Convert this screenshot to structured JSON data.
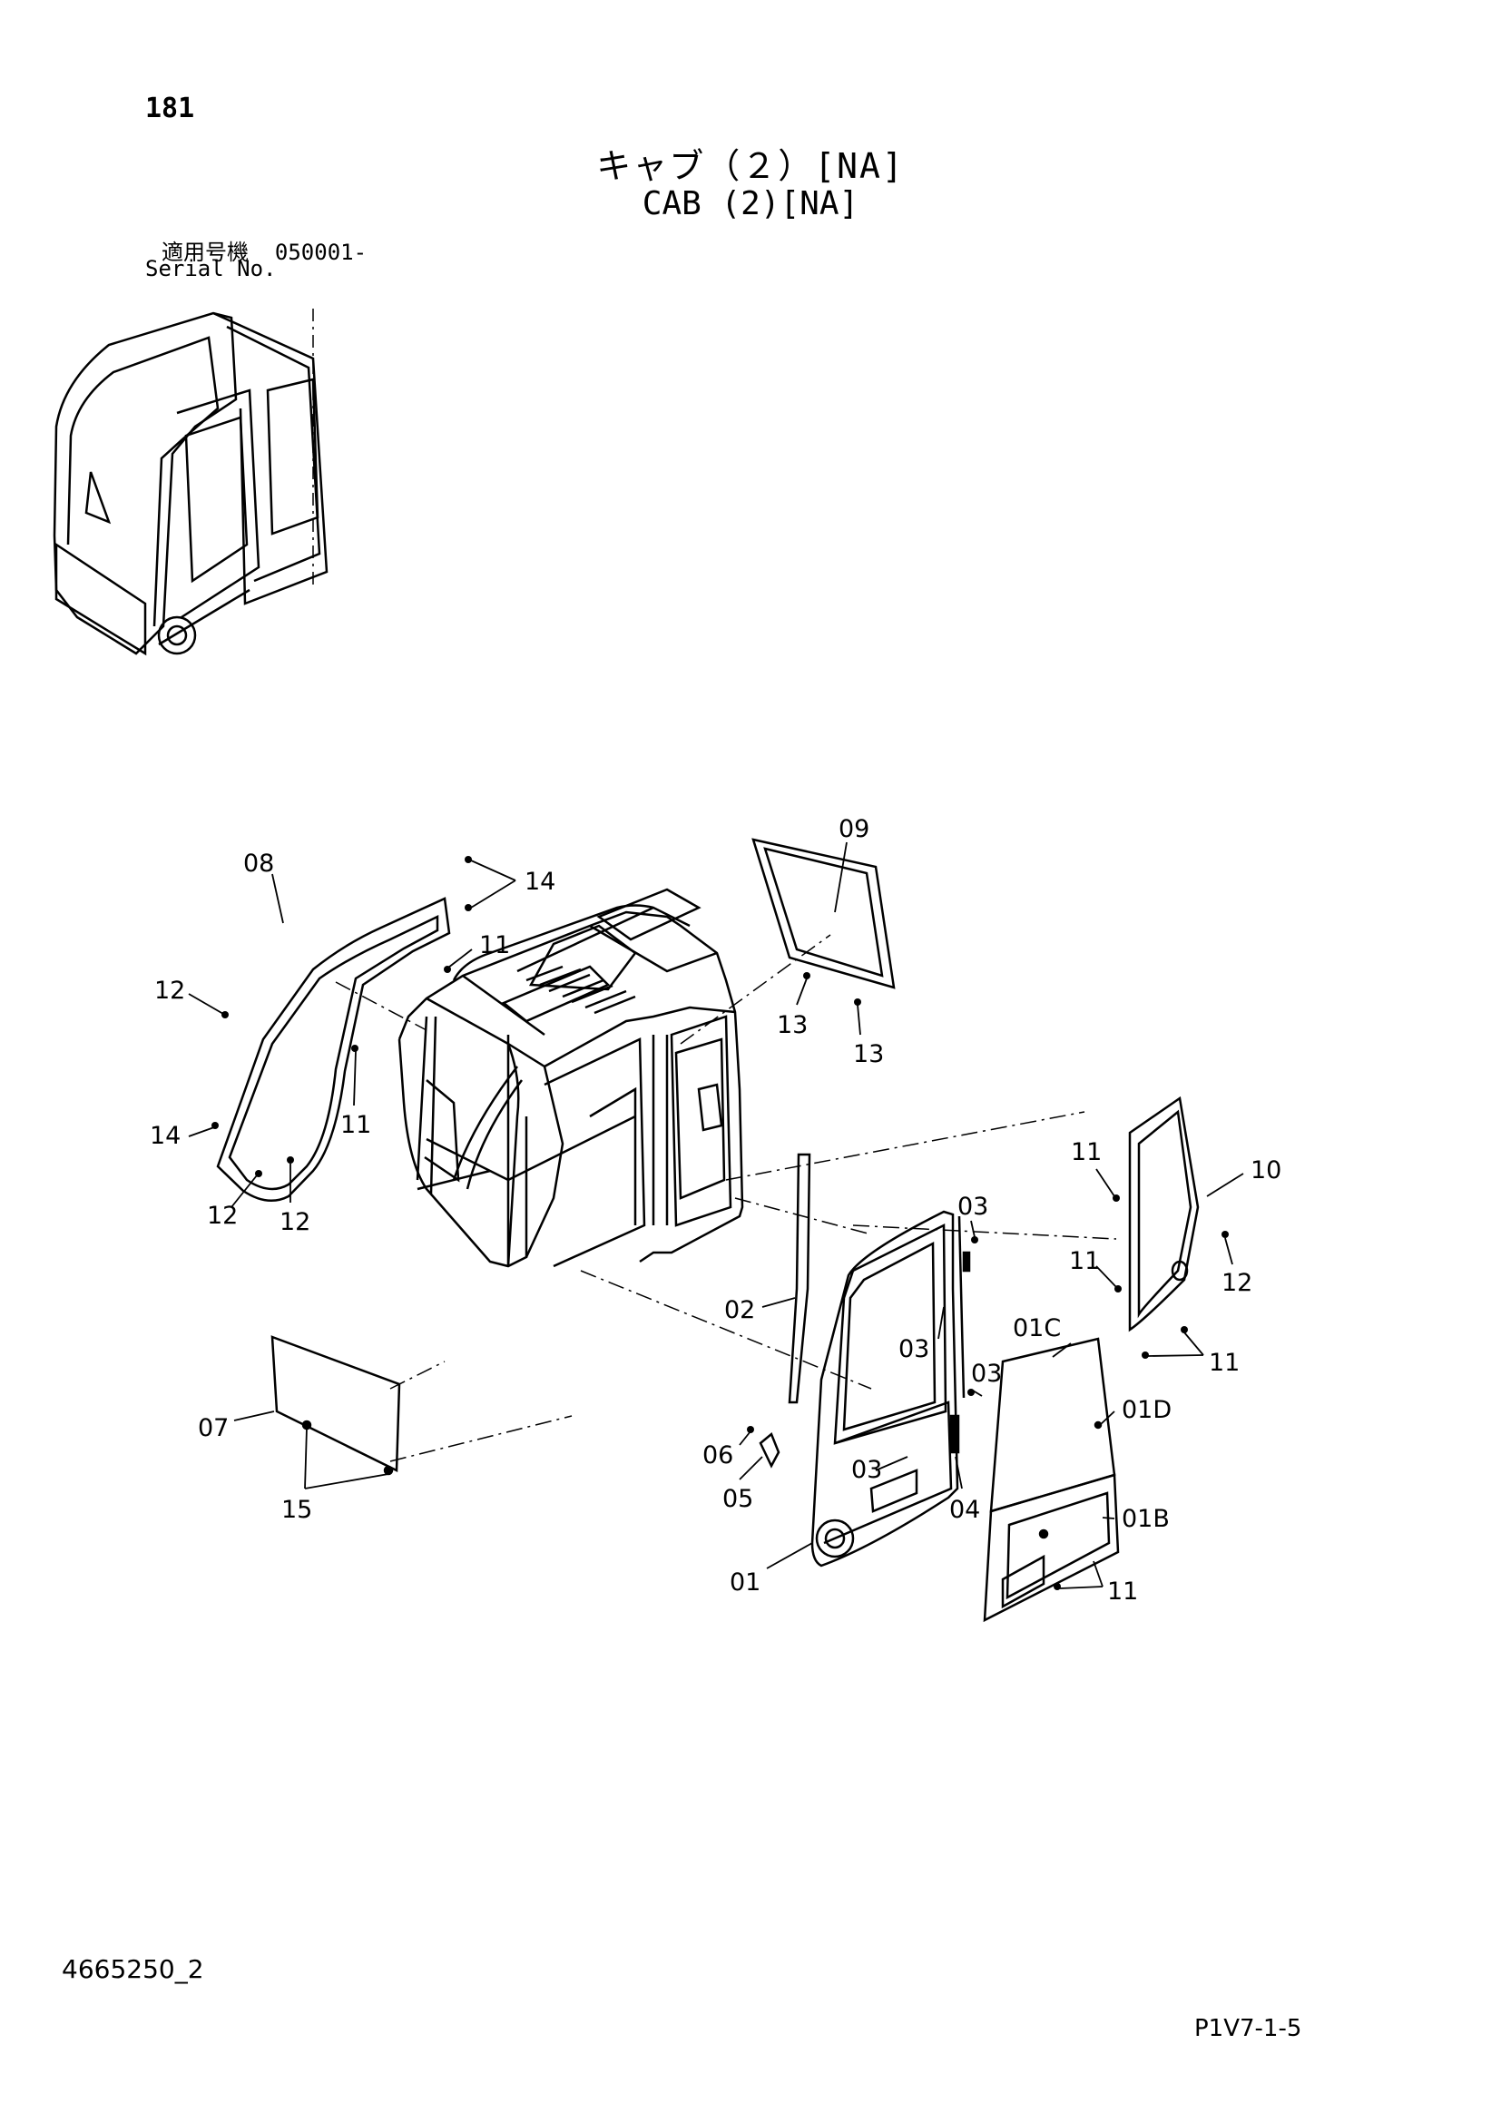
{
  "header": {
    "page_number": "181",
    "title_jp": "キャブ（２）[NA]",
    "title_en": "CAB (2)[NA]",
    "serial_label_jp": "適用号機",
    "serial_value": "050001-",
    "serial_label_en": "Serial No."
  },
  "footer": {
    "document_id": "4665250_2",
    "page_code": "P1V7-1-5"
  },
  "callouts": {
    "c08": "08",
    "c14a": "14",
    "c11a": "11",
    "c12a": "12",
    "c11b": "11",
    "c14b": "14",
    "c12b": "12",
    "c12c": "12",
    "c09": "09",
    "c13a": "13",
    "c13b": "13",
    "c11c": "11",
    "c10": "10",
    "c11d": "11",
    "c12d": "12",
    "c11e": "11",
    "c03a": "03",
    "c02": "02",
    "c03b": "03",
    "c01C": "01C",
    "c03c": "03",
    "c01D": "01D",
    "c07": "07",
    "c06": "06",
    "c03d": "03",
    "c05": "05",
    "c04": "04",
    "c01B": "01B",
    "c15": "15",
    "c01": "01",
    "c11f": "11"
  }
}
